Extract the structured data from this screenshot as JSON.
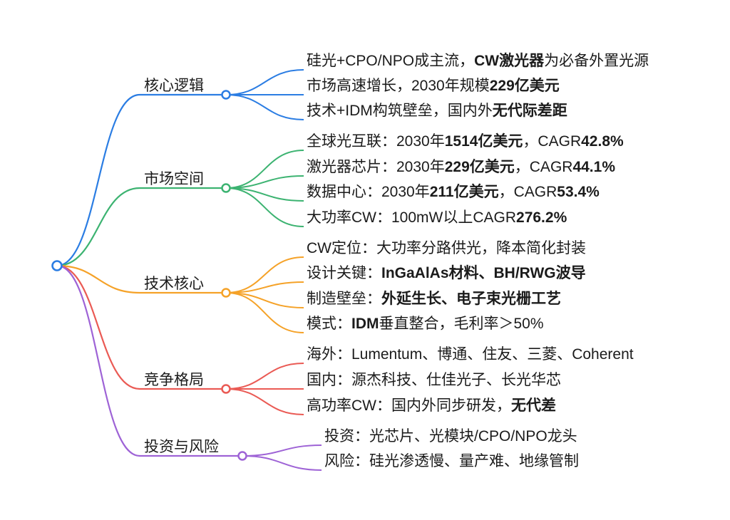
{
  "page": {
    "background": "#ffffff",
    "text_color": "#1b1b1b"
  },
  "colors": {
    "root": "#2b7de3",
    "blue": "#2b7de3",
    "green": "#3cb371",
    "orange": "#f5a228",
    "red": "#ea5a54",
    "purple": "#9e63d6"
  },
  "branches": [
    {
      "label": "核心逻辑",
      "color": "#2b7de3",
      "children": [
        {
          "segments": [
            {
              "t": "硅光+CPO/NPO成主流，"
            },
            {
              "t": "CW激光器",
              "b": true
            },
            {
              "t": "为必备外置光源"
            }
          ]
        },
        {
          "segments": [
            {
              "t": "市场高速增长，2030年规模"
            },
            {
              "t": "229亿美元",
              "b": true
            }
          ]
        },
        {
          "segments": [
            {
              "t": "技术+IDM构筑壁垒，国内外"
            },
            {
              "t": "无代际差距",
              "b": true
            }
          ]
        }
      ]
    },
    {
      "label": "市场空间",
      "color": "#3cb371",
      "children": [
        {
          "segments": [
            {
              "t": "全球光互联：2030年"
            },
            {
              "t": "1514亿美元",
              "b": true
            },
            {
              "t": "，CAGR"
            },
            {
              "t": "42.8%",
              "b": true
            }
          ]
        },
        {
          "segments": [
            {
              "t": "激光器芯片：2030年"
            },
            {
              "t": "229亿美元",
              "b": true
            },
            {
              "t": "，CAGR"
            },
            {
              "t": "44.1%",
              "b": true
            }
          ]
        },
        {
          "segments": [
            {
              "t": "数据中心：2030年"
            },
            {
              "t": "211亿美元",
              "b": true
            },
            {
              "t": "，CAGR"
            },
            {
              "t": "53.4%",
              "b": true
            }
          ]
        },
        {
          "segments": [
            {
              "t": "大功率CW：100mW以上CAGR"
            },
            {
              "t": "276.2%",
              "b": true
            }
          ]
        }
      ]
    },
    {
      "label": "技术核心",
      "color": "#f5a228",
      "children": [
        {
          "segments": [
            {
              "t": "CW定位：大功率分路供光，降本简化封装"
            }
          ]
        },
        {
          "segments": [
            {
              "t": "设计关键："
            },
            {
              "t": "InGaAlAs材料、BH/RWG波导",
              "b": true
            }
          ]
        },
        {
          "segments": [
            {
              "t": "制造壁垒："
            },
            {
              "t": "外延生长、电子束光栅工艺",
              "b": true
            }
          ]
        },
        {
          "segments": [
            {
              "t": "模式："
            },
            {
              "t": "IDM",
              "b": true
            },
            {
              "t": "垂直整合，毛利率＞50%"
            }
          ]
        }
      ]
    },
    {
      "label": "竞争格局",
      "color": "#ea5a54",
      "children": [
        {
          "segments": [
            {
              "t": "海外：Lumentum、博通、住友、三菱、Coherent"
            }
          ]
        },
        {
          "segments": [
            {
              "t": "国内：源杰科技、仕佳光子、长光华芯"
            }
          ]
        },
        {
          "segments": [
            {
              "t": "高功率CW：国内外同步研发，"
            },
            {
              "t": "无代差",
              "b": true
            }
          ]
        }
      ]
    },
    {
      "label": "投资与风险",
      "color": "#9e63d6",
      "children": [
        {
          "segments": [
            {
              "t": "投资：光芯片、光模块/CPO/NPO龙头"
            }
          ]
        },
        {
          "segments": [
            {
              "t": "风险：硅光渗透慢、量产难、地缘管制"
            }
          ]
        }
      ]
    }
  ]
}
